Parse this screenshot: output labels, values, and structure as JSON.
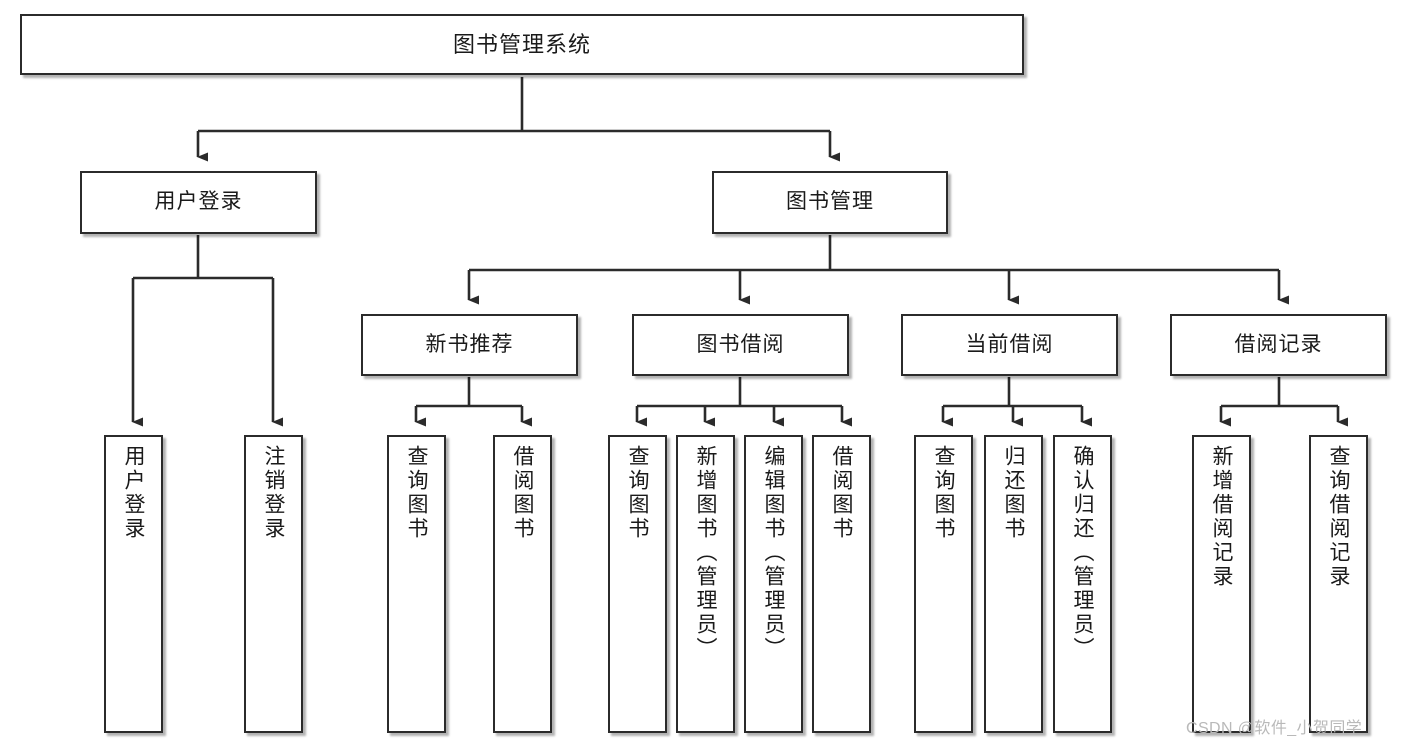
{
  "diagram": {
    "title": "图书管理系统",
    "type": "hierarchy-tree",
    "root": {
      "label": "图书管理系统"
    },
    "level2": [
      {
        "label": "用户登录"
      },
      {
        "label": "图书管理"
      }
    ],
    "level3": [
      {
        "label": "新书推荐"
      },
      {
        "label": "图书借阅"
      },
      {
        "label": "当前借阅"
      },
      {
        "label": "借阅记录"
      }
    ],
    "leaves": {
      "user_login": [
        {
          "label": "用户登录"
        },
        {
          "label": "注销登录"
        }
      ],
      "new_book_recommend": [
        {
          "label": "查询图书"
        },
        {
          "label": "借阅图书"
        }
      ],
      "book_borrow": [
        {
          "label": "查询图书"
        },
        {
          "label": "新增图书（管理员）"
        },
        {
          "label": "编辑图书（管理员）"
        },
        {
          "label": "借阅图书"
        }
      ],
      "current_borrow": [
        {
          "label": "查询图书"
        },
        {
          "label": "归还图书"
        },
        {
          "label": "确认归还（管理员）"
        }
      ],
      "borrow_record": [
        {
          "label": "新增借阅记录"
        },
        {
          "label": "查询借阅记录"
        }
      ]
    }
  },
  "watermark": {
    "text": "CSDN @软件_小贺同学"
  },
  "colors": {
    "border": "#2b2b2b",
    "background": "#ffffff",
    "text": "#1a1a1a",
    "connector": "#2b2b2b",
    "watermark": "#b9b9b9"
  }
}
